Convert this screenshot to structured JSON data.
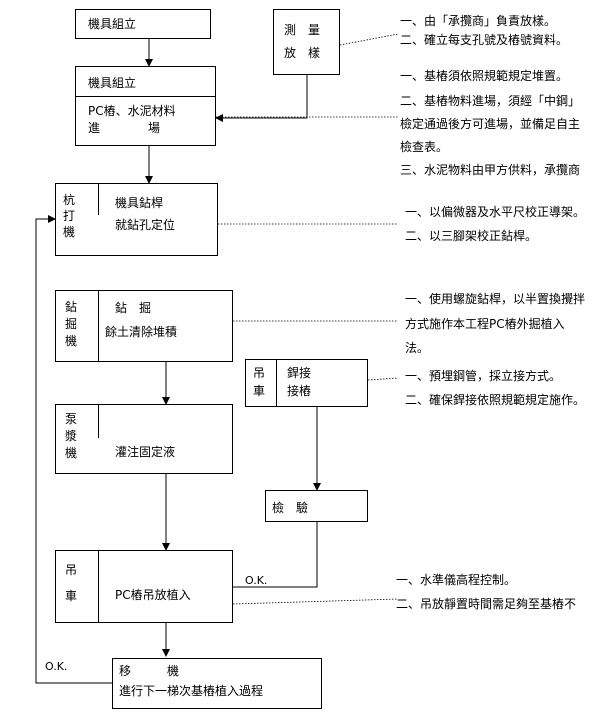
{
  "boxes": {
    "assembly1": {
      "title": "機具組立"
    },
    "survey": {
      "line1": "測　量",
      "line2": "放　樣"
    },
    "assembly2": {
      "title": "機具組立",
      "line2": "PC樁、水泥材料",
      "line3": "進　　　　場"
    },
    "pile_rig": {
      "side": [
        "杭",
        "打",
        "機"
      ],
      "line1": "機具鉆桿",
      "line2": "就鉆孔定位"
    },
    "drill_rig": {
      "side": [
        "鉆",
        "掘",
        "機"
      ],
      "line1": "鉆　掘",
      "line2": "餘土清除堆積"
    },
    "crane1": {
      "side": [
        "吊",
        "車"
      ],
      "line1": "銲接",
      "line2": "接樁"
    },
    "pump": {
      "side": [
        "泵",
        "漿",
        "機"
      ],
      "line1": "灌注固定液"
    },
    "inspect": {
      "line1": "檢　驗"
    },
    "crane2": {
      "side": [
        "吊",
        "車"
      ],
      "line1": "PC樁吊放植入"
    },
    "move": {
      "line1": "移　　　機",
      "line2": "進行下一梯次基樁植入過程"
    }
  },
  "labels": {
    "ok1": "O.K.",
    "ok2": "O.K."
  },
  "notes": {
    "survey": [
      "一、由「承攬商」負責放樣。",
      "二、確立每支孔號及樁號資料。"
    ],
    "materials": [
      "一、基樁須依照規範規定堆置。",
      "二、基樁物料進場，須經「中鋼」",
      "檢定通過後方可進場，並備足自主",
      "檢查表。",
      "三、水泥物料由甲方供料，承攬商"
    ],
    "pile_rig": [
      "一、以偏微器及水平尺校正導架。",
      "二、以三腳架校正鉆桿。"
    ],
    "drill": [
      "一、使用螺旋鉆桿，以半置換攪拌",
      "方式施作本工程PC樁外掘植入",
      "法。"
    ],
    "weld": [
      "一、預埋鋼管，採立接方式。",
      "二、確保銲接依照規範規定施作。"
    ],
    "crane2": [
      "一、水準儀高程控制。",
      "二、吊放靜置時間需足夠至基樁不"
    ]
  }
}
